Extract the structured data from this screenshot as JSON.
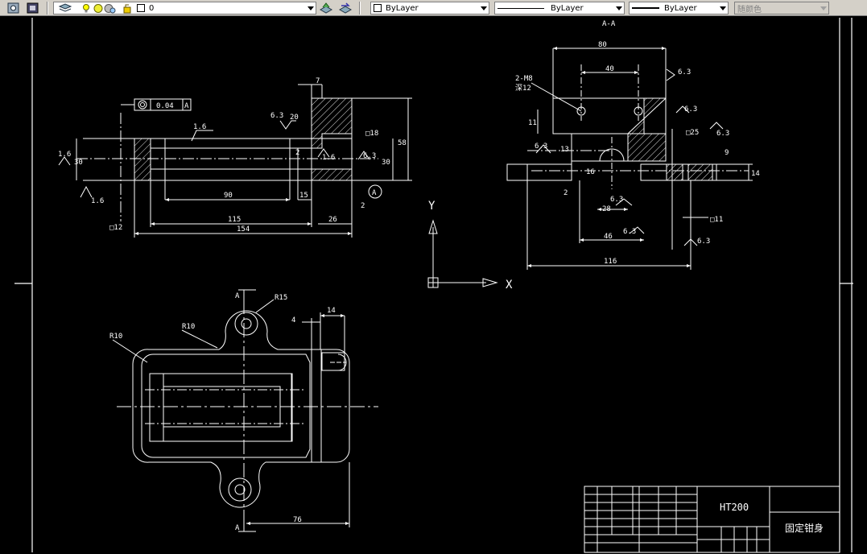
{
  "toolbar": {
    "layer_value": "0",
    "color_value": "ByLayer",
    "linetype_value": "ByLayer",
    "lineweight_value": "ByLayer",
    "plotstyle_value": "随颜色"
  },
  "drawing": {
    "section_label": "A-A",
    "dim_80": "80",
    "dim_40": "40",
    "hole_note_1": "2-M8",
    "hole_note_2": "深12",
    "dim_116": "116",
    "dim_46": "46",
    "dim_28": "28",
    "dim_16": "16",
    "dim_13": "13",
    "dim_11": "11",
    "dim_2": "2",
    "dim_14": "14",
    "dim_9": "9",
    "dim_25_box": "□25",
    "dim_11_box": "□11",
    "dim_0_04": "0.04",
    "datum_a": "A",
    "dim_154": "154",
    "dim_115": "115",
    "dim_90": "90",
    "dim_15": "15",
    "dim_26": "26",
    "dim_7": "7",
    "dim_20": "20",
    "dim_30": "30",
    "dim_58": "58",
    "dim_18_box": "□18",
    "dim_12_box": "□12",
    "rough_1_6": "1.6",
    "rough_6_3": "6.3",
    "dim_R15": "R15",
    "dim_R10": "R10",
    "dim_R10b": "R10",
    "dim_4": "4",
    "dim_76": "76",
    "material": "HT200",
    "part_name": "固定钳身",
    "ucs_y": "Y",
    "ucs_x": "X"
  }
}
